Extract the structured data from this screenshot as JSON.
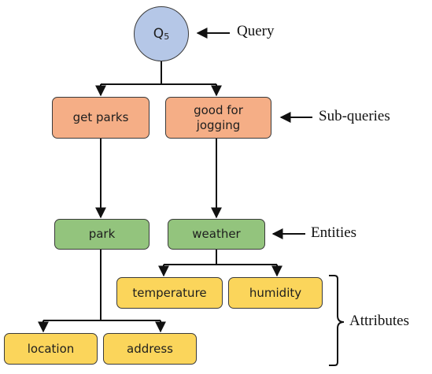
{
  "query": {
    "letter": "Q",
    "subscript": "5"
  },
  "sub_queries": [
    {
      "text": "get parks"
    },
    {
      "text": "good for\njogging"
    }
  ],
  "entities": [
    {
      "text": "park"
    },
    {
      "text": "weather"
    }
  ],
  "attributes": [
    {
      "text": "temperature"
    },
    {
      "text": "humidity"
    },
    {
      "text": "location"
    },
    {
      "text": "address"
    }
  ],
  "labels": {
    "query": "Query",
    "sub_queries": "Sub-queries",
    "entities": "Entities",
    "attributes": "Attributes"
  },
  "colors": {
    "query_fill": "#b5c7e7",
    "sub_query_fill": "#f5ae86",
    "entity_fill": "#93c47d",
    "attribute_fill": "#fbd55b"
  }
}
